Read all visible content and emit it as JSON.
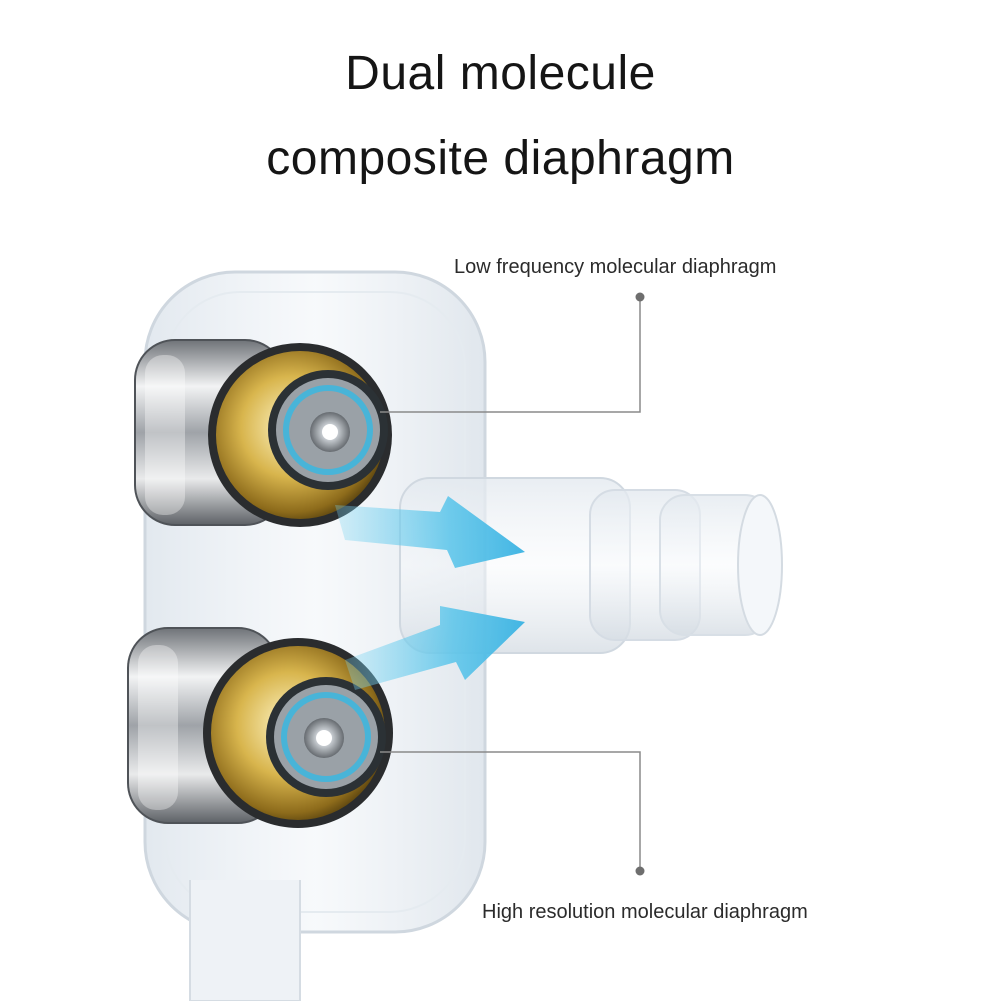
{
  "title": {
    "line1": "Dual molecule",
    "line2": "composite diaphragm"
  },
  "callouts": {
    "low_frequency": "Low frequency molecular diaphragm",
    "high_resolution": "High resolution molecular diaphragm"
  },
  "colors": {
    "accent_arrow": "#4fc3e8",
    "gold_ring": "#c9a640",
    "chrome": "#b9bcc0",
    "shell": "#e9eef3"
  }
}
